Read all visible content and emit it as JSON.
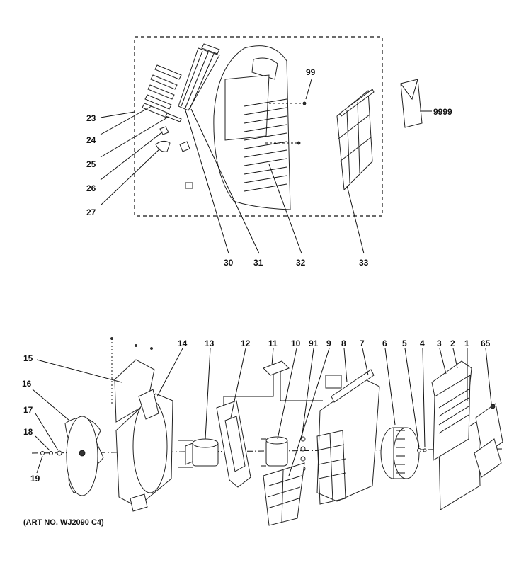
{
  "labels": {
    "p23": "23",
    "p24": "24",
    "p25": "25",
    "p26": "26",
    "p27": "27",
    "p30": "30",
    "p31": "31",
    "p32": "32",
    "p33": "33",
    "p99": "99",
    "p9999": "9999",
    "p1": "1",
    "p2": "2",
    "p3": "3",
    "p4": "4",
    "p5": "5",
    "p6": "6",
    "p7": "7",
    "p8": "8",
    "p9": "9",
    "p91": "91",
    "p10": "10",
    "p11": "11",
    "p12": "12",
    "p13": "13",
    "p14": "14",
    "p15": "15",
    "p16": "16",
    "p17": "17",
    "p18": "18",
    "p19": "19",
    "p65": "65"
  },
  "art_number": "(ART NO. WJ2090 C4)"
}
